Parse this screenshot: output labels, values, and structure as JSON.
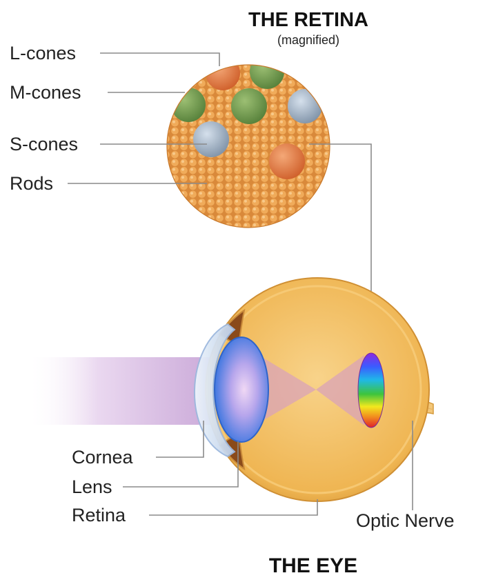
{
  "retina_title": "THE RETINA",
  "retina_subtitle": "(magnified)",
  "eye_title": "THE EYE",
  "retina_labels": {
    "l_cones": "L-cones",
    "m_cones": "M-cones",
    "s_cones": "S-cones",
    "rods": "Rods"
  },
  "eye_labels": {
    "cornea": "Cornea",
    "lens": "Lens",
    "retina": "Retina",
    "optic_nerve": "Optic Nerve"
  },
  "colors": {
    "rod_orange": "#e8a04a",
    "l_cone": "#d9703a",
    "m_cone": "#6f9a45",
    "s_cone": "#9fb0c2",
    "eyeball": "#f0b95a",
    "lens_blue": "#4a86e6",
    "light_beam": "#c9a2d6"
  }
}
